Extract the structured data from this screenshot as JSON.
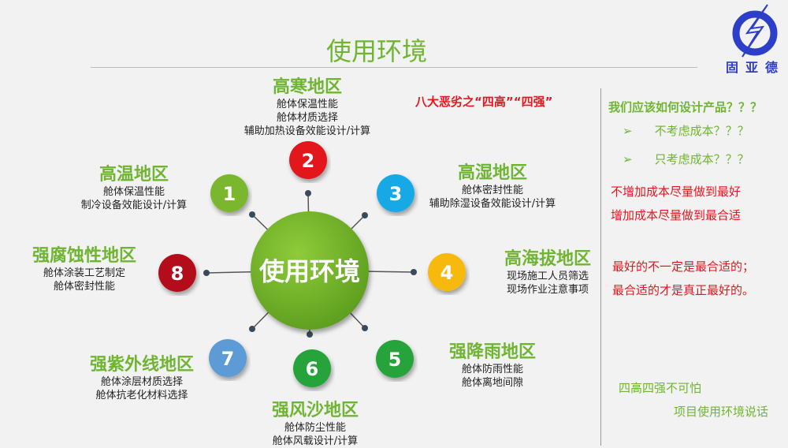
{
  "title": "使用环境",
  "logo": {
    "name": "固亚德"
  },
  "center": "使用环境",
  "headline": "八大恶劣之“四高”“四强”",
  "regions": [
    {
      "num": "1",
      "name": "高温地区",
      "lines": [
        "舱体保温性能",
        "制冷设备效能设计/计算"
      ],
      "color": "#7ab62e"
    },
    {
      "num": "2",
      "name": "高寒地区",
      "lines": [
        "舱体保温性能",
        "舱体材质选择",
        "辅助加热设备效能设计/计算"
      ],
      "color": "#e3141b"
    },
    {
      "num": "3",
      "name": "高湿地区",
      "lines": [
        "舱体密封性能",
        "辅助除湿设备效能设计/计算"
      ],
      "color": "#17a9e6"
    },
    {
      "num": "4",
      "name": "高海拔地区",
      "lines": [
        "现场施工人员筛选",
        "现场作业注意事项"
      ],
      "color": "#f7b90e"
    },
    {
      "num": "5",
      "name": "强降雨地区",
      "lines": [
        "舱体防雨性能",
        "舱体离地间隙"
      ],
      "color": "#27a33a"
    },
    {
      "num": "6",
      "name": "强风沙地区",
      "lines": [
        "舱体防尘性能",
        "舱体风载设计/计算"
      ],
      "color": "#27a33a"
    },
    {
      "num": "7",
      "name": "强紫外线地区",
      "lines": [
        "舱体涂层材质选择",
        "舱体抗老化材料选择"
      ],
      "color": "#5b9bd5"
    },
    {
      "num": "8",
      "name": "强腐蚀性地区",
      "lines": [
        "舱体涂装工艺制定",
        "舱体密封性能"
      ],
      "color": "#b3101a"
    }
  ],
  "side": {
    "question": "我们应该如何设计产品？？？",
    "bullets": [
      "不考虑成本？？？",
      "只考虑成本？？？"
    ],
    "red1": [
      "不增加成本尽量做到最好",
      "增加成本尽量做到最合适"
    ],
    "red2": [
      "最好的不一定是最合适的；",
      "最合适的才是真正最好的。"
    ],
    "footer1": "四高四强不可怕",
    "footer2": "项目使用环境说话"
  }
}
